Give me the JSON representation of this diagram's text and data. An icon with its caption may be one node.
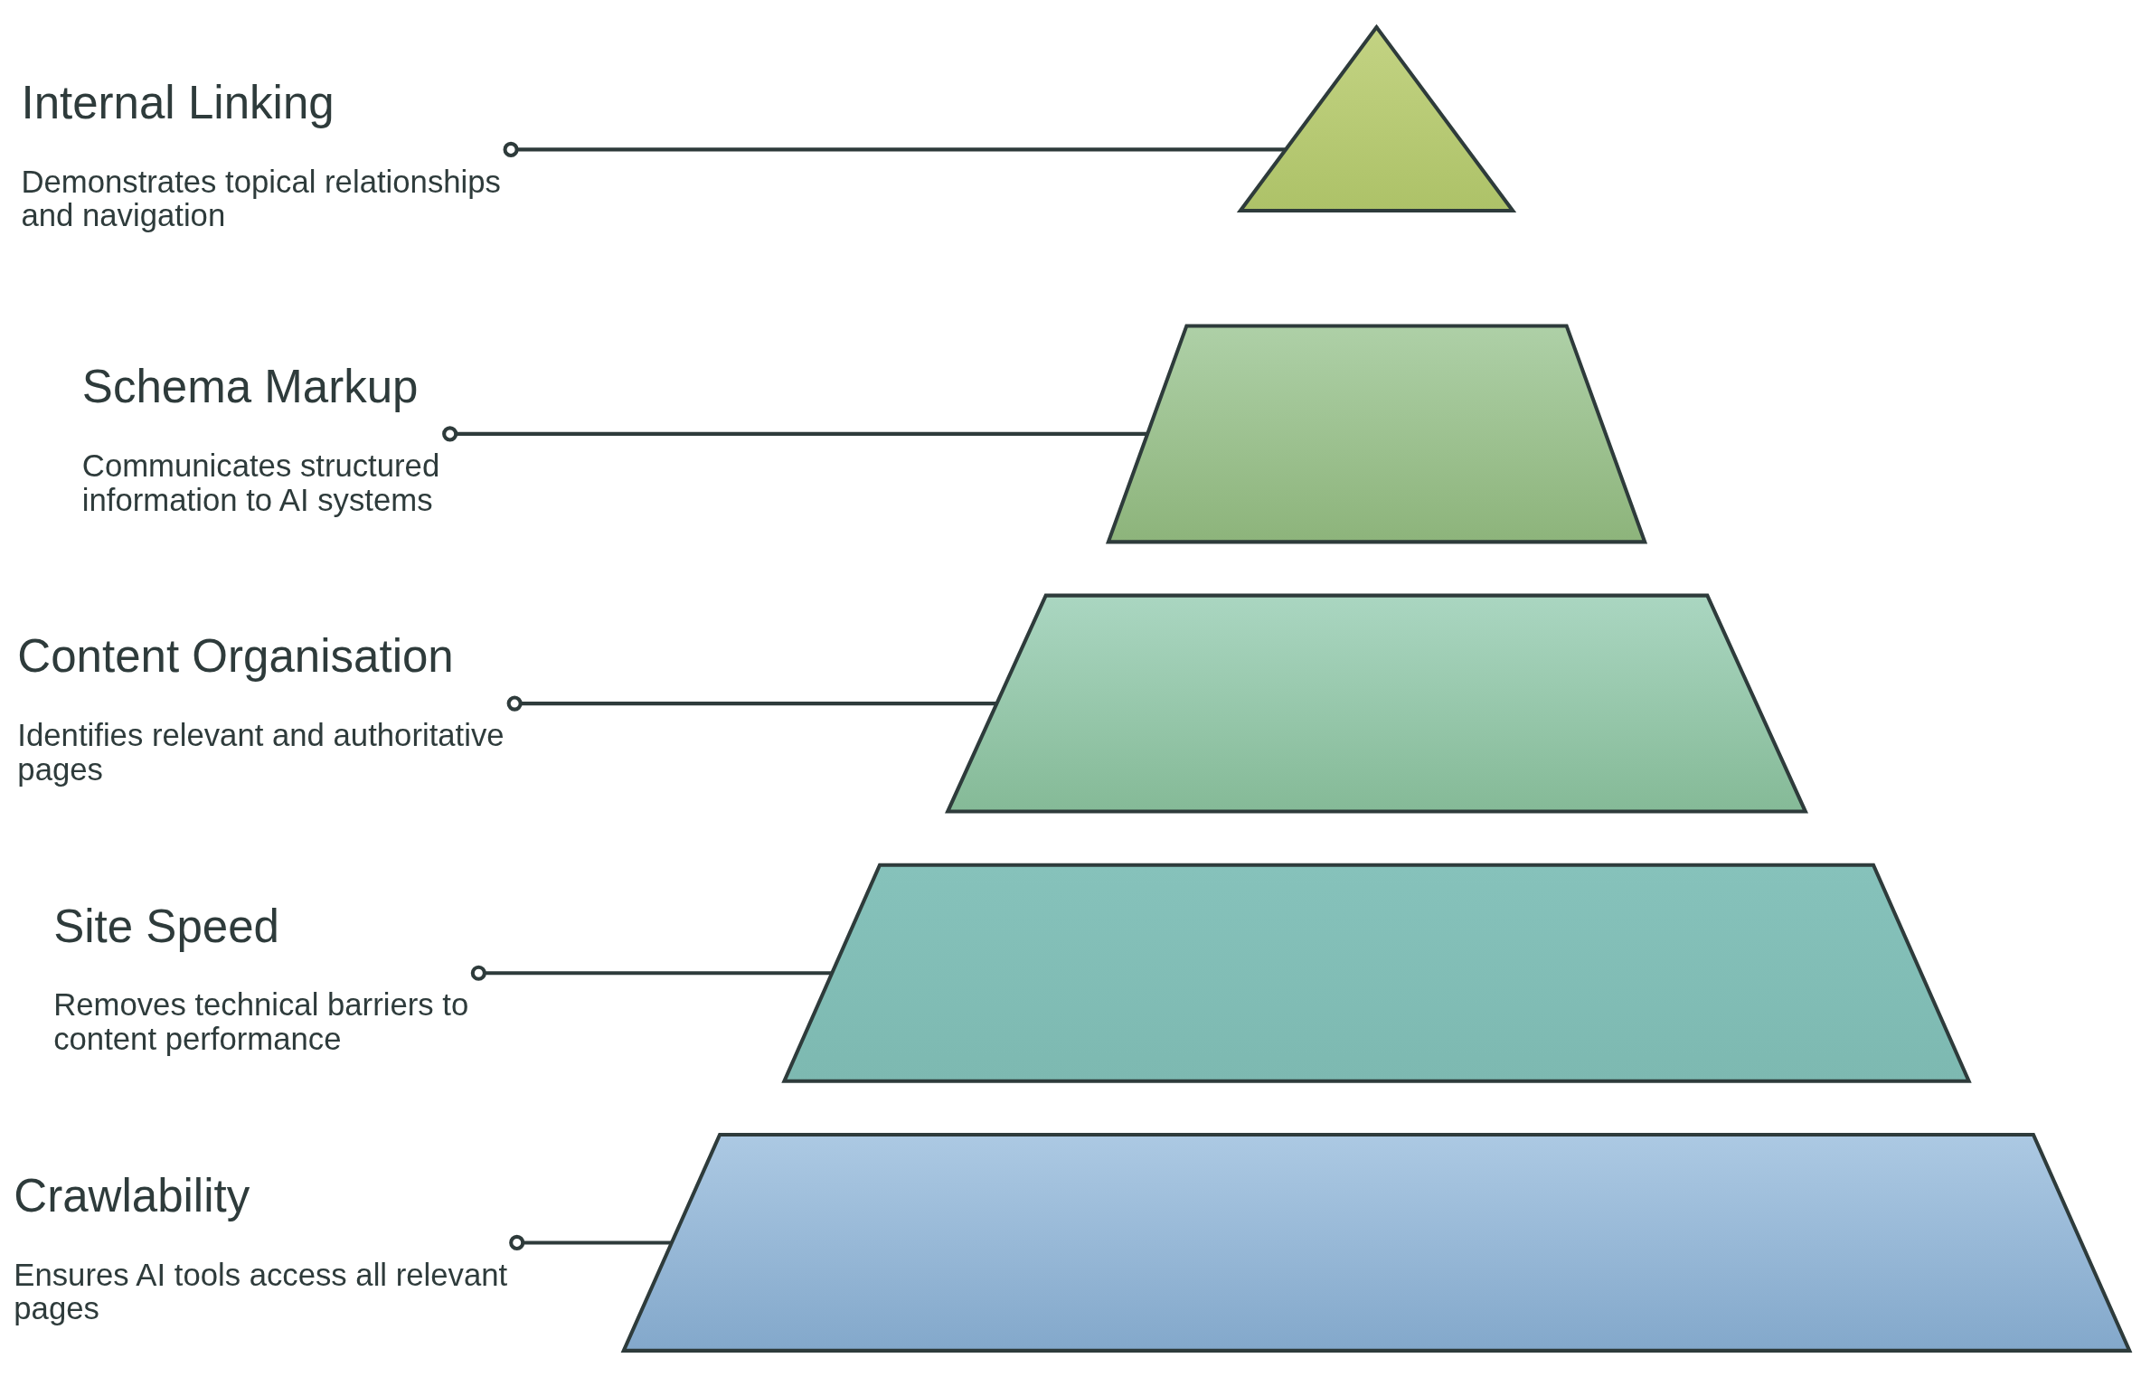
{
  "diagram": {
    "nodes": [
      {
        "text": [
          "Internal Linking",
          "Demonstrates topical relationships and navigation"
        ]
      },
      {
        "text": [],
        "shape": "triangle"
      },
      {
        "text": [
          "Schema Markup",
          "Communicates structured information to AI systems"
        ]
      },
      {
        "text": [],
        "shape": "trapezoid"
      },
      {
        "text": [
          "Content Organisation",
          "Identifies relevant and authoritative pages"
        ]
      },
      {
        "text": [],
        "shape": "trapezoid"
      },
      {
        "text": [
          "Site Speed",
          "Removes technical barriers to content performance"
        ]
      },
      {
        "text": [],
        "shape": "trapezoid"
      },
      {
        "text": [
          "Crawlability",
          "Ensures AI tools access all relevant pages"
        ]
      },
      {
        "text": [],
        "shape": "trapezoid"
      }
    ],
    "edges": [
      {
        "from": 0,
        "to": 1,
        "arrow": "other"
      },
      {
        "from": 2,
        "to": 3,
        "arrow": "other"
      },
      {
        "from": 4,
        "to": 5,
        "arrow": "other"
      },
      {
        "from": 6,
        "to": 7,
        "arrow": "other"
      },
      {
        "from": 8,
        "to": 9,
        "arrow": "other"
      }
    ]
  }
}
